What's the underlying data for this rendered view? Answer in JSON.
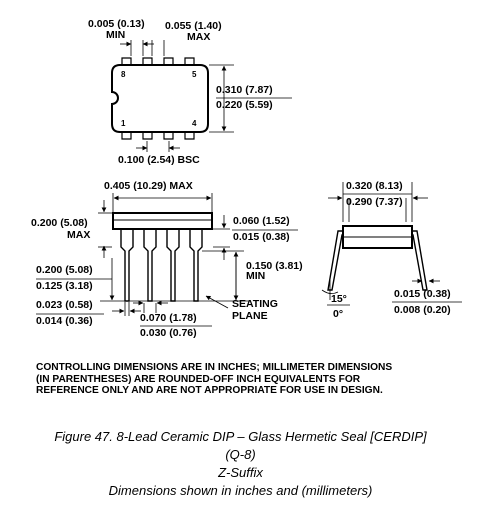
{
  "top_view": {
    "pin_labels": [
      "8",
      "5",
      "1",
      "4"
    ],
    "dim_pin_gap": [
      "0.005 (0.13)",
      "MIN"
    ],
    "dim_pin_width": [
      "0.055 (1.40)",
      "MAX"
    ],
    "dim_body_width_max": "0.310 (7.87)",
    "dim_body_width_min": "0.220 (5.59)",
    "dim_pitch": "0.100 (2.54) BSC"
  },
  "side_view": {
    "dim_length": "0.405 (10.29) MAX",
    "dim_height": [
      "0.200 (5.08)",
      "MAX"
    ],
    "dim_standoff_max": "0.060 (1.52)",
    "dim_standoff_min": "0.015 (0.38)",
    "dim_lead_length": [
      "0.150 (3.81)",
      "MIN"
    ],
    "dim_seating_total_max": "0.200 (5.08)",
    "dim_seating_total_min": "0.125 (3.18)",
    "dim_lead_width_max": "0.023 (0.58)",
    "dim_lead_width_min": "0.014 (0.36)",
    "dim_shoulder_max": "0.070 (1.78)",
    "dim_shoulder_min": "0.030 (0.76)",
    "seating_plane": [
      "SEATING",
      "PLANE"
    ]
  },
  "end_view": {
    "dim_row_max": "0.320 (8.13)",
    "dim_row_min": "0.290 (7.37)",
    "angle_max": "15°",
    "angle_min": "0°",
    "dim_thick_max": "0.015 (0.38)",
    "dim_thick_min": "0.008 (0.20)"
  },
  "note_lines": [
    "CONTROLLING DIMENSIONS ARE IN INCHES; MILLIMETER DIMENSIONS",
    "(IN PARENTHESES) ARE ROUNDED-OFF INCH EQUIVALENTS FOR",
    "REFERENCE ONLY AND ARE NOT APPROPRIATE FOR USE IN DESIGN."
  ],
  "caption_lines": [
    "Figure 47. 8-Lead Ceramic DIP – Glass Hermetic Seal [CERDIP]",
    "(Q-8)",
    "Z-Suffix",
    "Dimensions shown in inches and (millimeters)"
  ]
}
